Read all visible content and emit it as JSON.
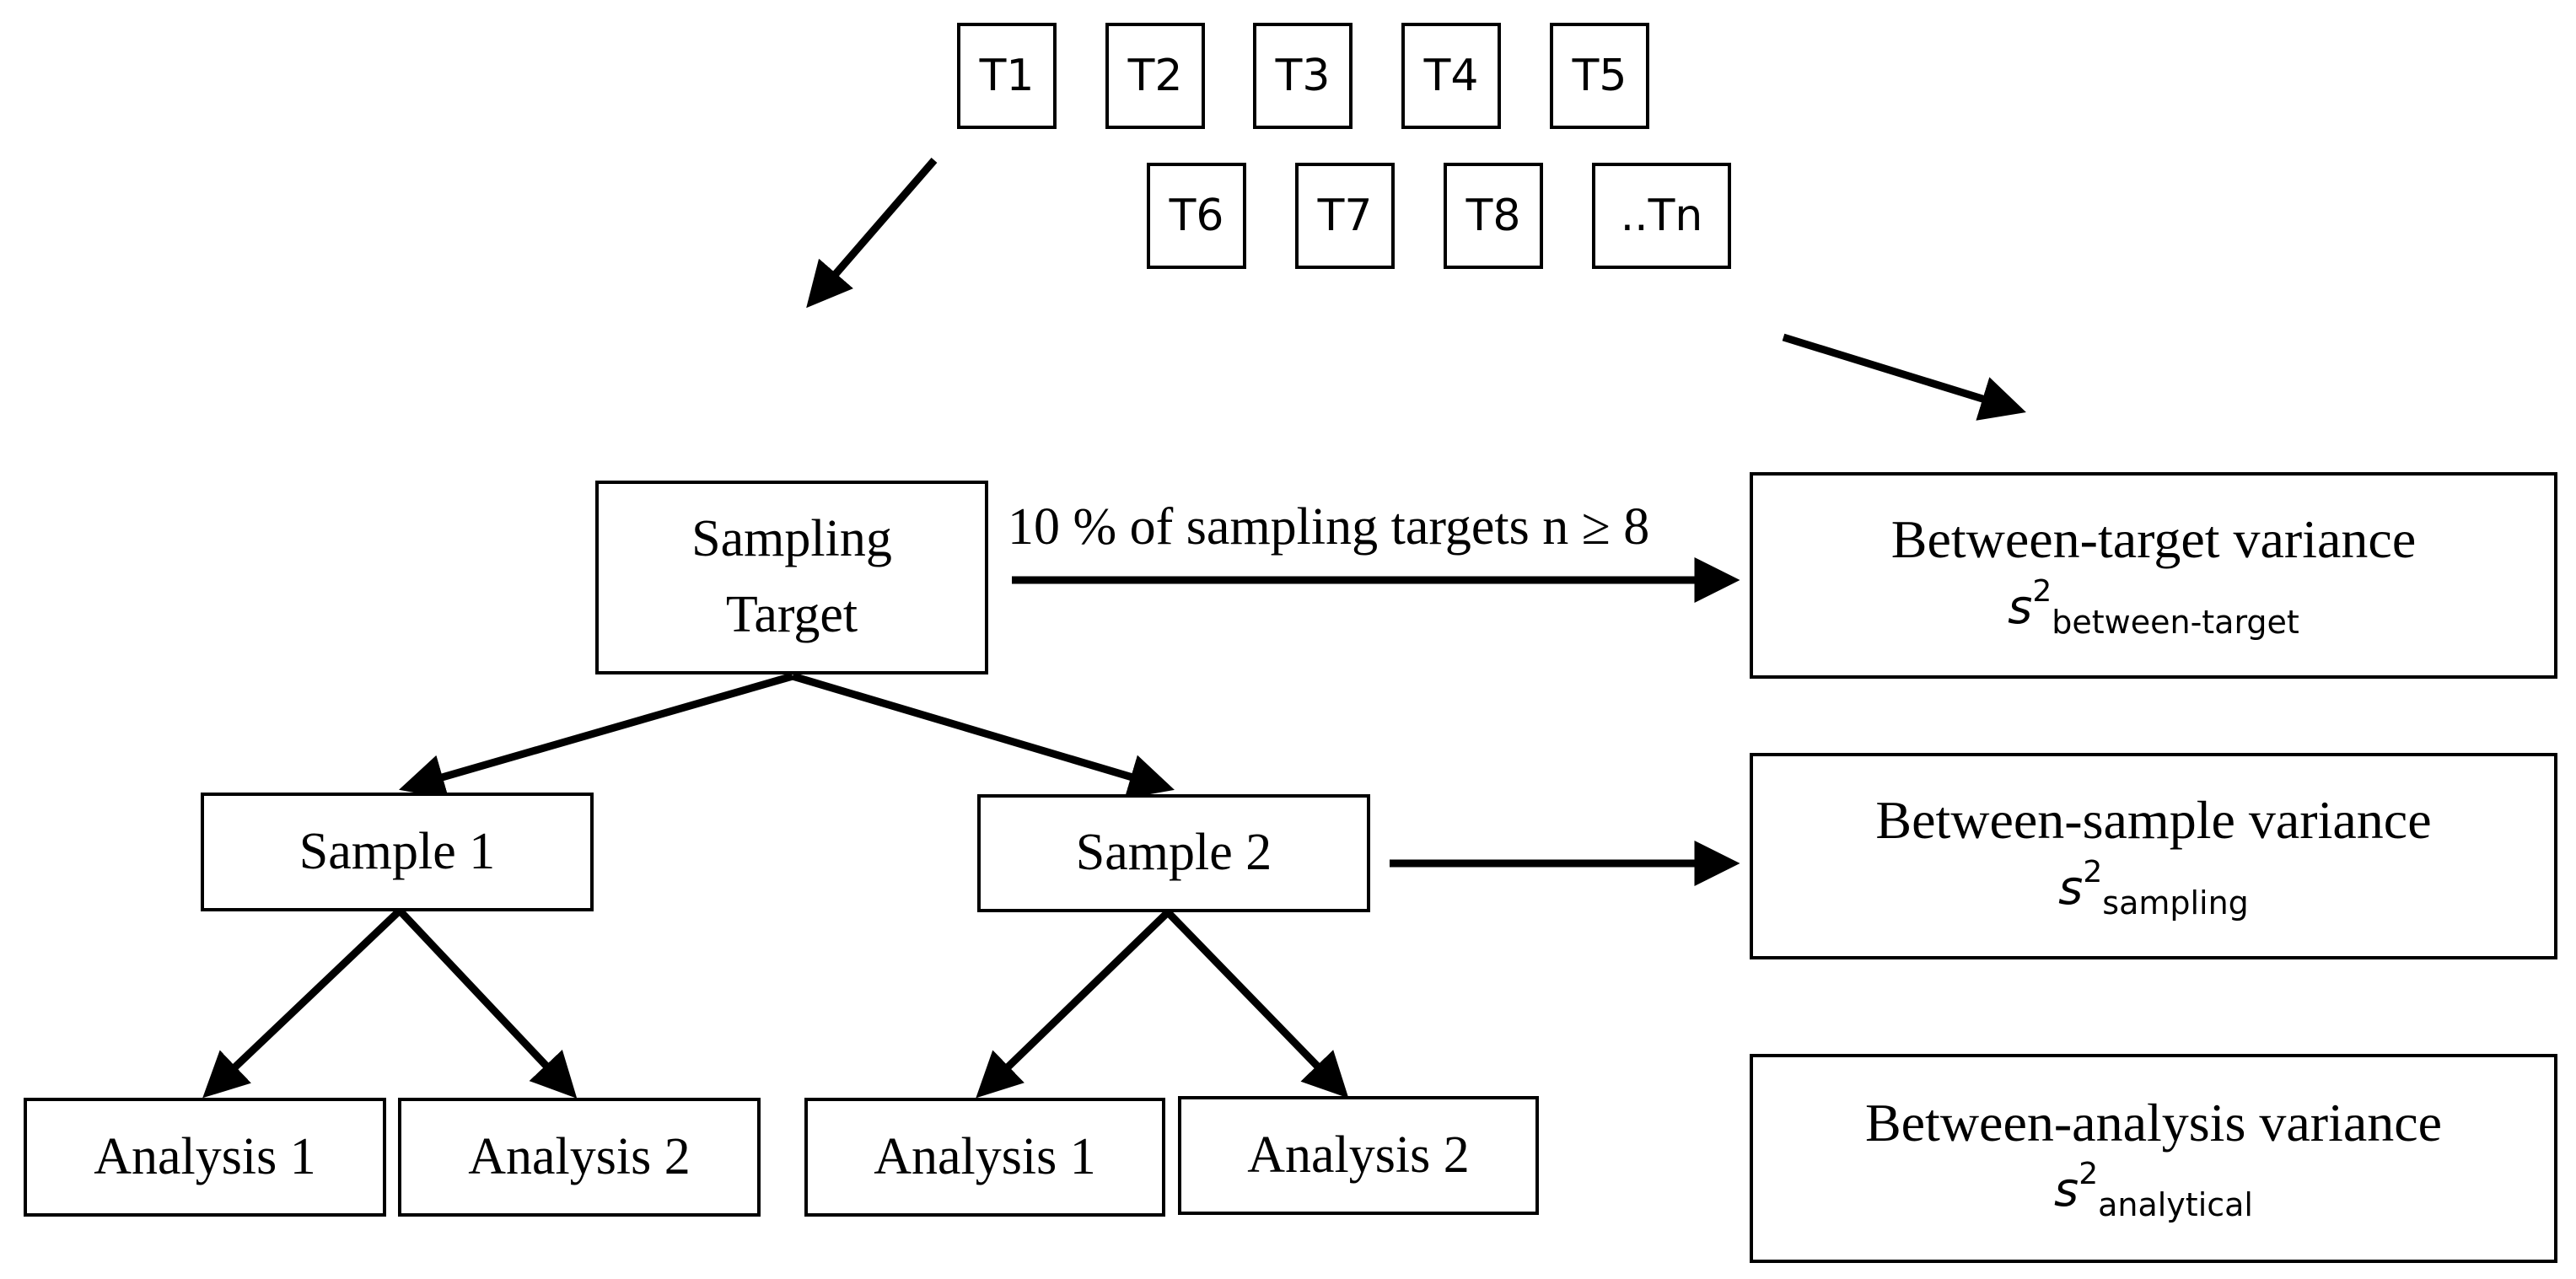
{
  "target_boxes": [
    "T1",
    "T2",
    "T3",
    "T4",
    "T5",
    "T6",
    "T7",
    "T8",
    "..Tn"
  ],
  "sampling_target": {
    "line1": "Sampling",
    "line2": "Target"
  },
  "samples": {
    "sample1": "Sample 1",
    "sample2": "Sample 2"
  },
  "analyses": {
    "s1_a1": "Analysis 1",
    "s1_a2": "Analysis 2",
    "s2_a1": "Analysis 1",
    "s2_a2": "Analysis 2"
  },
  "edge_label": "10 % of sampling targets n ≥ 8",
  "variances": {
    "between_target": {
      "title": "Between-target variance",
      "symbol": "s",
      "exp": "2",
      "sub": "between-target"
    },
    "between_sample": {
      "title": "Between-sample variance",
      "symbol": "s",
      "exp": "2",
      "sub": "sampling"
    },
    "between_analysis": {
      "title": "Between-analysis variance",
      "symbol": "s",
      "exp": "2",
      "sub": "analytical"
    }
  }
}
